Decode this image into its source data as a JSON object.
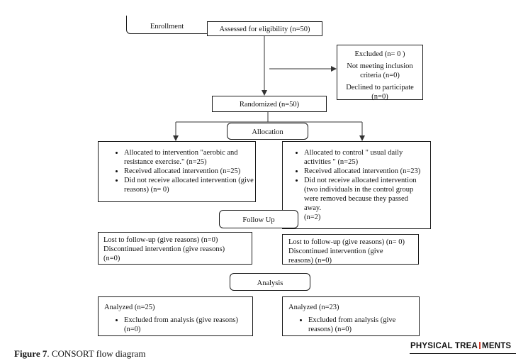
{
  "enrollment": {
    "label": "Enrollment"
  },
  "assessed": {
    "label": "Assessed for eligibility (n=50)"
  },
  "excluded": {
    "title": "Excluded (n= 0 )",
    "line1": "Not meeting inclusion",
    "line2": "criteria (n=0)",
    "line3": "Declined to participate",
    "line4": "(n=0)"
  },
  "randomized": {
    "label": "Randomized (n=50)"
  },
  "allocation": {
    "label": "Allocation"
  },
  "intervention_alloc": {
    "items": [
      "Allocated to intervention \"aerobic and resistance exercise.\" (n=25)",
      "Received allocated intervention (n=25)",
      "Did not receive allocated intervention (give reasons) (n= 0)"
    ]
  },
  "control_alloc": {
    "items": [
      "Allocated to control \" usual daily activities \" (n=25)",
      "Received allocated intervention (n=23)",
      "Did not receive allocated intervention (two individuals in the control group were removed because they passed away.",
      "(n=2)"
    ]
  },
  "followup": {
    "label": "Follow Up"
  },
  "intervention_followup": {
    "line1": "Lost to follow-up (give reasons) (n=0)",
    "line2": "Discontinued intervention (give reasons)",
    "line3": "(n=0)"
  },
  "control_followup": {
    "line1": "Lost to follow-up (give reasons) (n= 0)",
    "line2": "Discontinued intervention (give",
    "line3": "reasons) (n=0)"
  },
  "analysis": {
    "label": "Analysis"
  },
  "intervention_analysis": {
    "title": "Analyzed (n=25)",
    "item": "Excluded from analysis (give reasons) (n=0)"
  },
  "control_analysis": {
    "title": "Analyzed (n=23)",
    "item": "Excluded from analysis (give reasons) (n=0)"
  },
  "caption": {
    "prefix": "Figure 7",
    "text": ". CONSORT flow diagram"
  },
  "brand": {
    "left": "PHYSICAL TREA",
    "right": "MENTS"
  }
}
